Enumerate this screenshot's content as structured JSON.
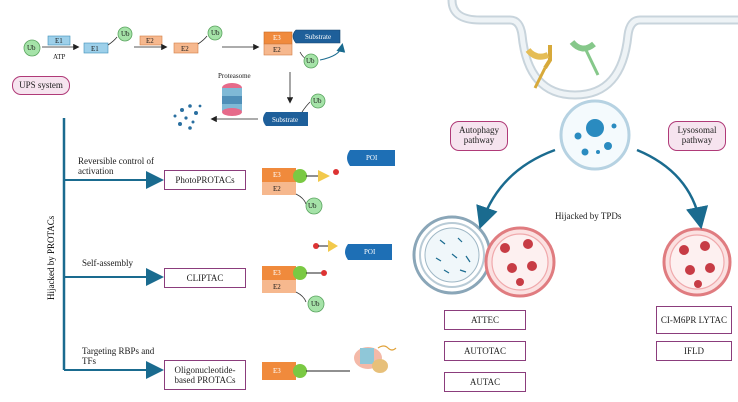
{
  "ups": {
    "ub": "Ub",
    "e1": "E1",
    "atp": "ATP",
    "e2": "E2",
    "e3": "E3",
    "substrate": "Substrate",
    "proteasome": "Proteasome",
    "system_label": "UPS system"
  },
  "protacs": {
    "hijacked_label": "Hijacked by PROTACs",
    "rows": [
      {
        "trigger": "Reversible control of activation",
        "name": "PhotoPROTACs"
      },
      {
        "trigger": "Self-assembly",
        "name": "CLIPTAC"
      },
      {
        "trigger": "Targeting RBPs and TFs",
        "name": "Oligonucleotide-based PROTACs"
      }
    ],
    "poi": "POI"
  },
  "tpd": {
    "hijacked_label": "Hijacked by TPDs",
    "autophagy": "Autophagy pathway",
    "lysosomal": "Lysosomal pathway",
    "autophagy_items": [
      "ATTEC",
      "AUTOTAC",
      "AUTAC"
    ],
    "lysosomal_items": [
      "CI-M6PR LYTAC",
      "IFLD"
    ]
  },
  "colors": {
    "arrow_blue": "#1a6b8f",
    "pill_border": "#b03a78",
    "pill_fill": "#f6e4ef",
    "box_border": "#8b3d7c",
    "ub_green": "#9fe0a4",
    "e_orange": "#f08a3c",
    "e_peach": "#f6b88e",
    "e1_blue": "#9dd0ea",
    "poi_blue": "#1e6fb5"
  }
}
